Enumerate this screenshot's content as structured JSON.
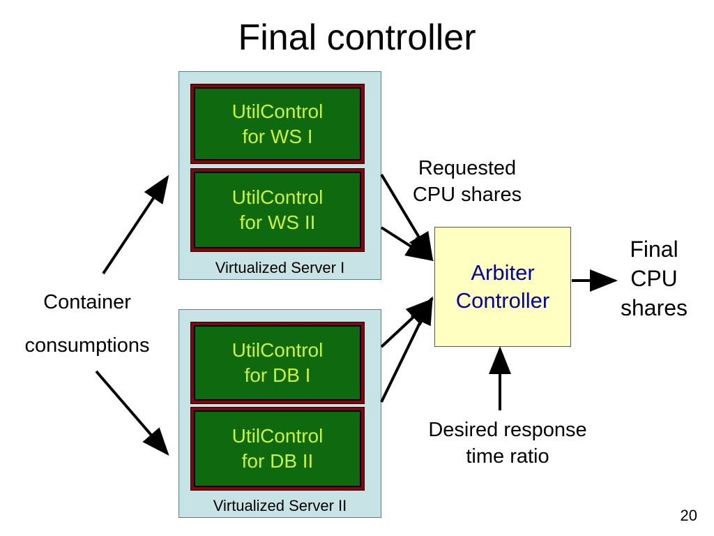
{
  "title": "Final controller",
  "servers": [
    {
      "label": "Virtualized Server I",
      "controllers": [
        {
          "line1": "UtilControl",
          "line2": "for WS I"
        },
        {
          "line1": "UtilControl",
          "line2": "for WS II"
        }
      ]
    },
    {
      "label": "Virtualized Server II",
      "controllers": [
        {
          "line1": "UtilControl",
          "line2": "for DB I"
        },
        {
          "line1": "UtilControl",
          "line2": "for DB II"
        }
      ]
    }
  ],
  "arbiter": {
    "line1": "Arbiter",
    "line2": "Controller"
  },
  "labels": {
    "requested_line1": "Requested",
    "requested_line2": "CPU shares",
    "final_line1": "Final",
    "final_line2": "CPU",
    "final_line3": "shares",
    "container_line1": "Container",
    "container_line2": "consumptions",
    "desired_line1": "Desired response",
    "desired_line2": "time ratio"
  },
  "page_number": "20",
  "colors": {
    "server_bg": "#c8e3e6",
    "util_frame": "#7a0b0b",
    "util_fill": "#0f6a0f",
    "util_text": "#ccf23a",
    "arbiter_bg": "#ffffc2",
    "arbiter_text": "#0000a8"
  }
}
